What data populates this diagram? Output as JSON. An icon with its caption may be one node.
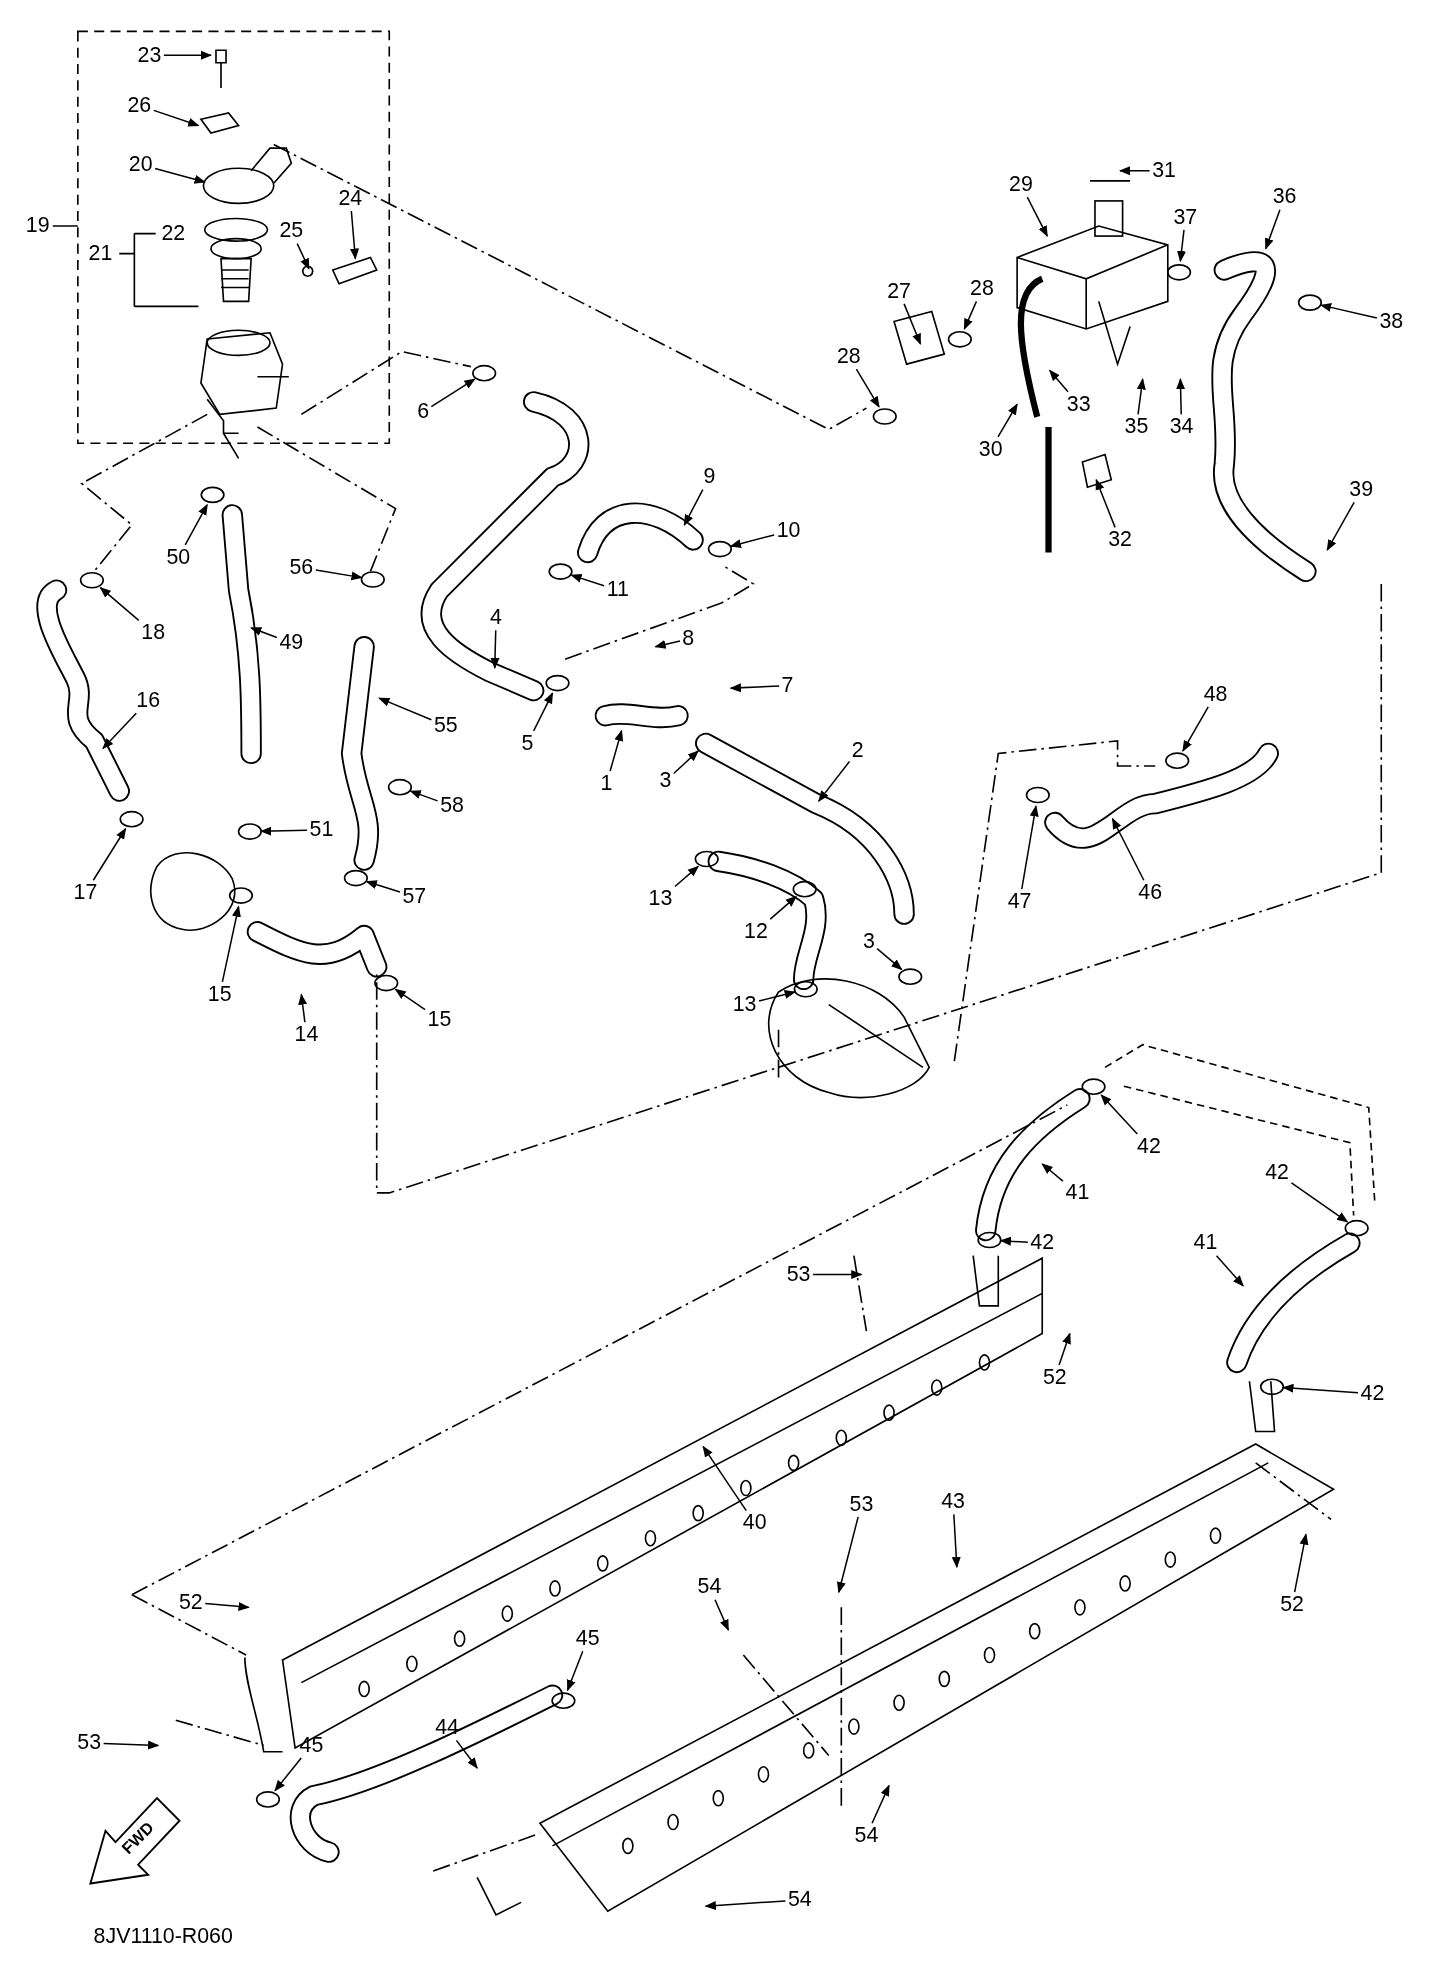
{
  "diagram": {
    "nodes": [
      {
        "text": [
          "23"
        ]
      },
      {
        "text": [
          "26"
        ]
      },
      {
        "text": [
          "20"
        ]
      },
      {
        "text": [
          "24"
        ]
      },
      {
        "text": [
          "25"
        ]
      },
      {
        "text": [
          "6"
        ]
      },
      {
        "text": [
          "29"
        ]
      },
      {
        "text": [
          "31"
        ]
      },
      {
        "text": [
          "36"
        ]
      },
      {
        "text": [
          "37"
        ]
      },
      {
        "text": [
          "38"
        ]
      },
      {
        "text": [
          "27"
        ]
      },
      {
        "text": [
          "28"
        ]
      },
      {
        "text": [
          "28"
        ]
      },
      {
        "text": [
          "33"
        ]
      },
      {
        "text": [
          "35"
        ]
      },
      {
        "text": [
          "34"
        ]
      },
      {
        "text": [
          "30"
        ]
      },
      {
        "text": [
          "32"
        ]
      },
      {
        "text": [
          "39"
        ]
      },
      {
        "text": [
          "9"
        ]
      },
      {
        "text": [
          "10"
        ]
      },
      {
        "text": [
          "11"
        ]
      },
      {
        "text": [
          "50"
        ]
      },
      {
        "text": [
          "56"
        ]
      },
      {
        "text": [
          "18"
        ]
      },
      {
        "text": [
          "49"
        ]
      },
      {
        "text": [
          "4"
        ]
      },
      {
        "text": [
          "8"
        ]
      },
      {
        "text": [
          "7"
        ]
      },
      {
        "text": [
          "16"
        ]
      },
      {
        "text": [
          "55"
        ]
      },
      {
        "text": [
          "48"
        ]
      },
      {
        "text": [
          "5"
        ]
      },
      {
        "text": [
          "1"
        ]
      },
      {
        "text": [
          "3"
        ]
      },
      {
        "text": [
          "2"
        ]
      },
      {
        "text": [
          "58"
        ]
      },
      {
        "text": [
          "51"
        ]
      },
      {
        "text": [
          "47"
        ]
      },
      {
        "text": [
          "13"
        ]
      },
      {
        "text": [
          "12"
        ]
      },
      {
        "text": [
          "46"
        ]
      },
      {
        "text": [
          "17"
        ]
      },
      {
        "text": [
          "57"
        ]
      },
      {
        "text": [
          "3"
        ]
      },
      {
        "text": [
          "15"
        ]
      },
      {
        "text": [
          "13"
        ]
      },
      {
        "text": [
          "14"
        ]
      },
      {
        "text": [
          "15"
        ]
      },
      {
        "text": [
          "42"
        ]
      },
      {
        "text": [
          "41"
        ]
      },
      {
        "text": [
          "42"
        ]
      },
      {
        "text": [
          "42"
        ]
      },
      {
        "text": [
          "41"
        ]
      },
      {
        "text": [
          "53"
        ]
      },
      {
        "text": [
          "52"
        ]
      },
      {
        "text": [
          "42"
        ]
      },
      {
        "text": [
          "53"
        ]
      },
      {
        "text": [
          "43"
        ]
      },
      {
        "text": [
          "40"
        ]
      },
      {
        "text": [
          "52"
        ]
      },
      {
        "text": [
          "54"
        ]
      },
      {
        "text": [
          "52"
        ]
      },
      {
        "text": [
          "45"
        ]
      },
      {
        "text": [
          "53"
        ]
      },
      {
        "text": [
          "45"
        ]
      },
      {
        "text": [
          "44"
        ]
      },
      {
        "text": [
          "54"
        ]
      },
      {
        "text": [
          "54"
        ]
      }
    ],
    "edges": [
      {
        "from": 0,
        "to": null,
        "arrow": "to"
      },
      {
        "from": 1,
        "to": null,
        "arrow": "to"
      },
      {
        "from": 2,
        "to": null,
        "arrow": "to"
      },
      {
        "from": 3,
        "to": null,
        "arrow": "to"
      },
      {
        "from": 4,
        "to": null,
        "arrow": "to"
      },
      {
        "from": 5,
        "to": null,
        "arrow": "to"
      },
      {
        "from": 6,
        "to": null,
        "arrow": "to"
      },
      {
        "from": 7,
        "to": null,
        "arrow": "to"
      },
      {
        "from": 8,
        "to": null,
        "arrow": "to"
      },
      {
        "from": 9,
        "to": null,
        "arrow": "to"
      },
      {
        "from": 10,
        "to": null,
        "arrow": "to"
      },
      {
        "from": 11,
        "to": null,
        "arrow": "to"
      },
      {
        "from": 12,
        "to": null,
        "arrow": "to"
      },
      {
        "from": 13,
        "to": null,
        "arrow": "to"
      },
      {
        "from": 14,
        "to": null,
        "arrow": "to"
      },
      {
        "from": 15,
        "to": null,
        "arrow": "to"
      },
      {
        "from": 16,
        "to": null,
        "arrow": "to"
      },
      {
        "from": 17,
        "to": null,
        "arrow": "to"
      },
      {
        "from": 18,
        "to": null,
        "arrow": "to"
      },
      {
        "from": 19,
        "to": null,
        "arrow": "to"
      },
      {
        "from": 20,
        "to": null,
        "arrow": "to"
      },
      {
        "from": 21,
        "to": null,
        "arrow": "to"
      },
      {
        "from": 22,
        "to": null,
        "arrow": "to"
      },
      {
        "from": 23,
        "to": null,
        "arrow": "to"
      },
      {
        "from": 24,
        "to": null,
        "arrow": "to"
      },
      {
        "from": 25,
        "to": null,
        "arrow": "to"
      },
      {
        "from": 26,
        "to": null,
        "arrow": "to"
      },
      {
        "from": 27,
        "to": null,
        "arrow": "to"
      },
      {
        "from": 28,
        "to": null,
        "arrow": "to"
      },
      {
        "from": 29,
        "to": null,
        "arrow": "to"
      },
      {
        "from": 30,
        "to": null,
        "arrow": "to"
      },
      {
        "from": 31,
        "to": null,
        "arrow": "to"
      },
      {
        "from": 32,
        "to": null,
        "arrow": "to"
      },
      {
        "from": 33,
        "to": null,
        "arrow": "to"
      },
      {
        "from": 34,
        "to": null,
        "arrow": "to"
      },
      {
        "from": 35,
        "to": null,
        "arrow": "to"
      },
      {
        "from": 36,
        "to": null,
        "arrow": "to"
      },
      {
        "from": 37,
        "to": null,
        "arrow": "to"
      },
      {
        "from": 38,
        "to": null,
        "arrow": "to"
      },
      {
        "from": 39,
        "to": null,
        "arrow": "to"
      },
      {
        "from": 40,
        "to": null,
        "arrow": "to"
      },
      {
        "from": 41,
        "to": null,
        "arrow": "to"
      },
      {
        "from": 42,
        "to": null,
        "arrow": "to"
      },
      {
        "from": 43,
        "to": null,
        "arrow": "to"
      },
      {
        "from": 44,
        "to": null,
        "arrow": "to"
      },
      {
        "from": 45,
        "to": null,
        "arrow": "to"
      },
      {
        "from": 46,
        "to": null,
        "arrow": "to"
      },
      {
        "from": 47,
        "to": null,
        "arrow": "to"
      },
      {
        "from": 48,
        "to": null,
        "arrow": "to"
      },
      {
        "from": 49,
        "to": null,
        "arrow": "to"
      },
      {
        "from": 50,
        "to": null,
        "arrow": "to"
      },
      {
        "from": 51,
        "to": null,
        "arrow": "to"
      },
      {
        "from": 52,
        "to": null,
        "arrow": "to"
      },
      {
        "from": 53,
        "to": null,
        "arrow": "to"
      },
      {
        "from": 54,
        "to": null,
        "arrow": "to"
      },
      {
        "from": 55,
        "to": null,
        "arrow": "to"
      },
      {
        "from": 56,
        "to": null,
        "arrow": "to"
      },
      {
        "from": 57,
        "to": null,
        "arrow": "to"
      },
      {
        "from": 58,
        "to": null,
        "arrow": "to"
      },
      {
        "from": 59,
        "to": null,
        "arrow": "to"
      },
      {
        "from": 60,
        "to": null,
        "arrow": "to"
      },
      {
        "from": 61,
        "to": null,
        "arrow": "to"
      },
      {
        "from": 62,
        "to": null,
        "arrow": "to"
      },
      {
        "from": 63,
        "to": null,
        "arrow": "to"
      },
      {
        "from": 64,
        "to": null,
        "arrow": "to"
      },
      {
        "from": 65,
        "to": null,
        "arrow": "to"
      },
      {
        "from": 66,
        "to": null,
        "arrow": "to"
      },
      {
        "from": 67,
        "to": null,
        "arrow": "to"
      },
      {
        "from": 68,
        "to": null,
        "arrow": "to"
      },
      {
        "from": 69,
        "to": null,
        "arrow": "to"
      }
    ],
    "labels": [
      "19",
      "21",
      "22",
      "FWD",
      "8JV1110-R060"
    ]
  }
}
